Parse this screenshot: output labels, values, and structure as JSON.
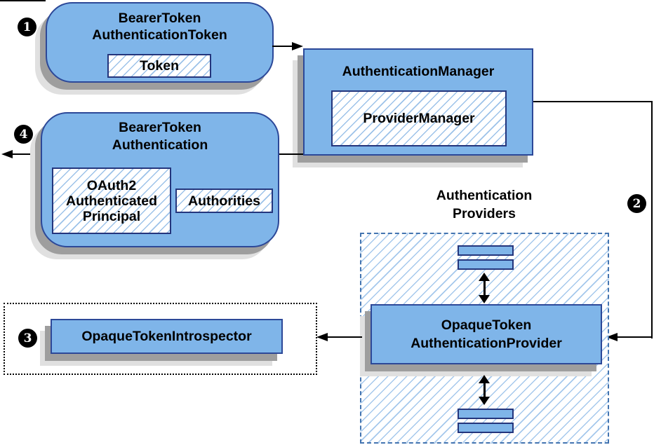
{
  "colors": {
    "node_fill": "#7fb5e9",
    "node_border": "#2c4898",
    "inner_border": "#24357c",
    "hatch_line": "#9cc2e9",
    "dashed_border": "#4374b0",
    "shadow_dark": "#9e9e9e",
    "shadow_light": "#e0e0e0",
    "line": "#000000",
    "badge_bg": "#000000",
    "badge_text": "#ffffff"
  },
  "badges": {
    "step1": "1",
    "step2": "2",
    "step3": "3",
    "step4": "4"
  },
  "nodes": {
    "bearer_token_authentication_token": {
      "title_line1": "BearerToken",
      "title_line2": "AuthenticationToken",
      "token_label": "Token"
    },
    "authentication_manager": {
      "title": "AuthenticationManager",
      "provider_manager_label": "ProviderManager"
    },
    "bearer_token_authentication": {
      "title_line1": "BearerToken",
      "title_line2": "Authentication",
      "principal_line1": "OAuth2",
      "principal_line2": "Authenticated",
      "principal_line3": "Principal",
      "authorities_label": "Authorities"
    },
    "authentication_providers": {
      "label_line1": "Authentication",
      "label_line2": "Providers"
    },
    "opaque_token_authentication_provider": {
      "title_line1": "OpaqueToken",
      "title_line2": "AuthenticationProvider"
    },
    "opaque_token_introspector": {
      "title": "OpaqueTokenIntrospector"
    }
  }
}
